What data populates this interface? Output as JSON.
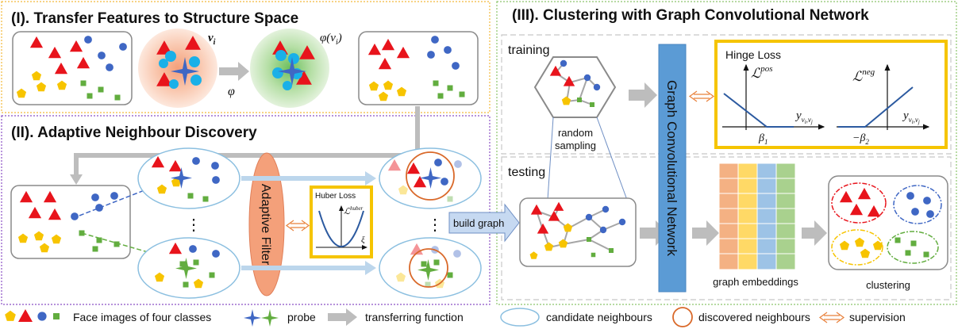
{
  "sections": {
    "s1_title": "(I). Transfer Features to Structure Space",
    "s2_title": "(II). Adaptive Neighbour Discovery",
    "s3_title": "(III). Clustering with Graph Convolutional Network"
  },
  "s1": {
    "vi": "v",
    "vi_sub": "i",
    "phi_v": "φ(v",
    "phi_v_end": ")",
    "phi": "φ"
  },
  "s2": {
    "filter": "Adaptive Filter",
    "huber_title": "Huber Loss",
    "huber_sup": "huber",
    "huber_x": "ξ",
    "dots": "⋮"
  },
  "s3": {
    "training": "training",
    "testing": "testing",
    "random_sampling_1": "random",
    "random_sampling_2": "sampling",
    "gcn": "Graph Convolutional Network",
    "hinge_title": "Hinge Loss",
    "l_pos_sup": "pos",
    "l_neg_sup": "neg",
    "beta1": "β",
    "beta1_sub": "1",
    "beta2": "−β",
    "beta2_sub": "2",
    "y_label": "y",
    "build_graph": "build graph",
    "graph_embeddings": "graph embeddings",
    "clustering": "clustering",
    "script_L": "ℒ"
  },
  "legend": {
    "faces": "Face images of four classes",
    "probe": "probe",
    "transfer": "transferring function",
    "candidate": "candidate neighbours",
    "discovered": "discovered neighbours",
    "supervision": "supervision"
  },
  "colors": {
    "red": "#e8141c",
    "blue": "#3f67c4",
    "yellow": "#f7c400",
    "green": "#62ad3f",
    "cyan": "#1ab0e8",
    "orange_border": "#f3b93a",
    "purple_border": "#8b4fc4",
    "green_border": "#8cc46c",
    "gcn_blue": "#5b9bd5",
    "filter_orange": "#f4a07a",
    "arrow_gray": "#bdbdbd",
    "loss_border": "#f5c400",
    "emb_orange": "#f4b183",
    "emb_yellow": "#ffd966",
    "emb_blue": "#9dc3e6",
    "emb_green": "#a9d18e"
  }
}
